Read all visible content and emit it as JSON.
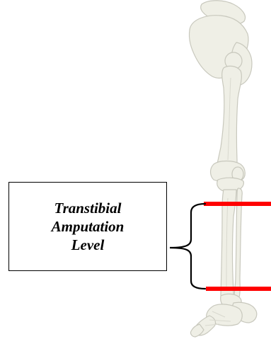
{
  "label": {
    "lines": [
      "Transtibial",
      "Amputation",
      "Level"
    ]
  },
  "colors": {
    "bone": "#efefe6",
    "bone_outline": "#c8c8bd",
    "bone_shadow": "#d9d9cf",
    "marker": "#ff0000",
    "bracket": "#000000",
    "box_border": "#000000",
    "text": "#000000"
  },
  "icons": {
    "skeleton": "leg-skeleton-illustration",
    "marker": "amputation-level-marker-line",
    "bracket": "curly-brace"
  }
}
